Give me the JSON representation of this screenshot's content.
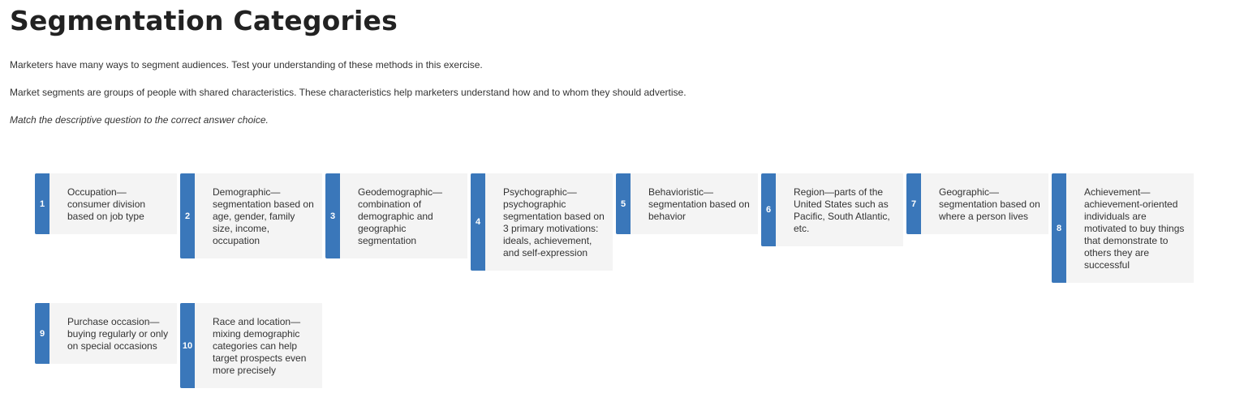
{
  "page": {
    "title": "Segmentation Categories",
    "intro": "Marketers have many ways to segment audiences. Test your understanding of these methods in this exercise.",
    "definition": "Market segments are groups of people with shared characteristics. These characteristics help marketers understand how and to whom they should advertise.",
    "instruction": "Match the descriptive question to the correct answer choice."
  },
  "cards": [
    {
      "number": "1",
      "text": "Occupation—consumer division based on job type"
    },
    {
      "number": "2",
      "text": "Demographic—segmentation based on age, gender, family size, income, occupation"
    },
    {
      "number": "3",
      "text": "Geodemographic—combination of demographic and geographic segmentation"
    },
    {
      "number": "4",
      "text": "Psychographic—psychographic segmentation based on 3 primary motivations: ideals, achievement, and self-expression"
    },
    {
      "number": "5",
      "text": "Behavioristic—segmentation based on behavior"
    },
    {
      "number": "6",
      "text": "Region—parts of the United States such as Pacific, South Atlantic, etc."
    },
    {
      "number": "7",
      "text": "Geographic—segmentation based on where a person lives"
    },
    {
      "number": "8",
      "text": "Achievement—achievement-oriented individuals are motivated to buy things that demonstrate to others they are successful"
    },
    {
      "number": "9",
      "text": "Purchase occasion—buying regularly or only on special occasions"
    },
    {
      "number": "10",
      "text": "Race and location—mixing demographic categories can help target prospects even more precisely"
    }
  ],
  "colors": {
    "tab": "#3a77ba",
    "card_bg": "#f4f4f4"
  }
}
